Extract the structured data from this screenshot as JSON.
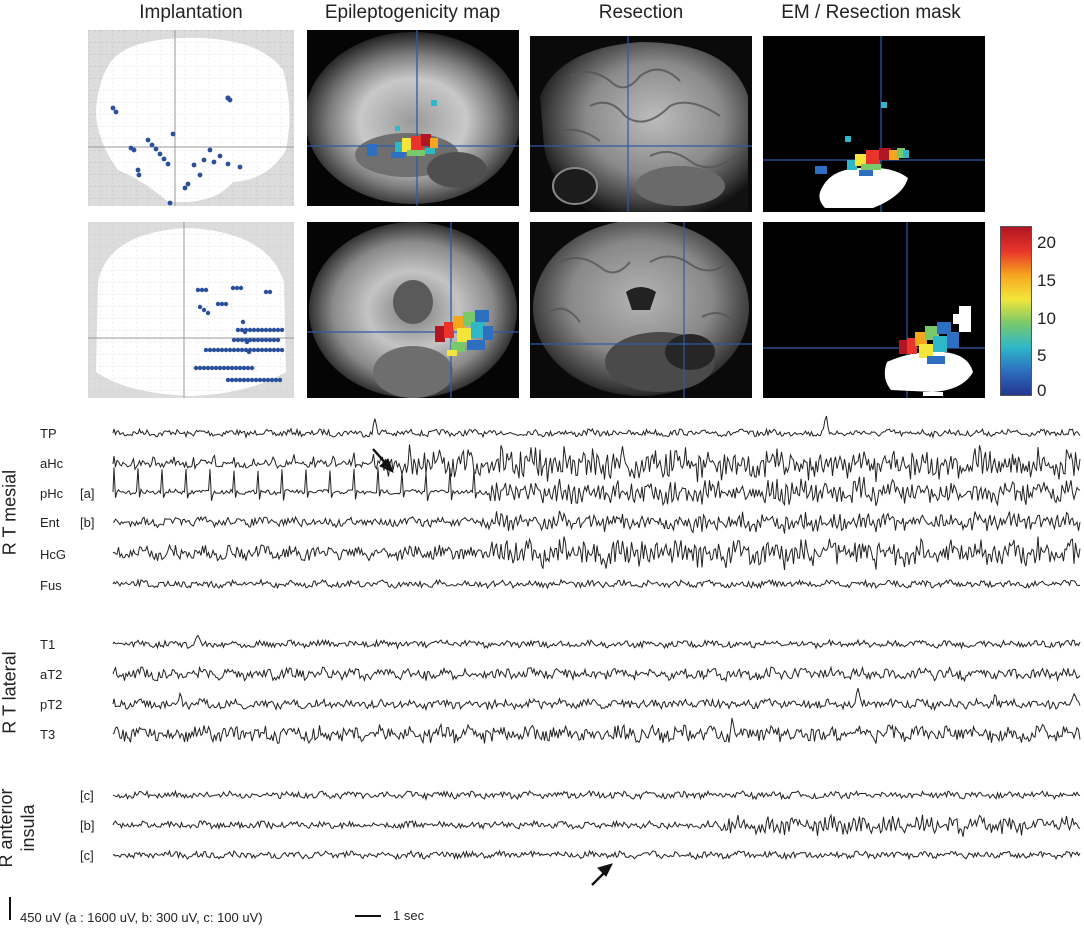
{
  "columns": {
    "implantation": "Implantation",
    "epileptogenicity_map": "Epileptogenicity map",
    "resection": "Resection",
    "em_resection_mask": "EM / Resection mask"
  },
  "colorbar": {
    "ticks": [
      "20",
      "15",
      "10",
      "5",
      "0"
    ],
    "colors": [
      "#b01622",
      "#e8342a",
      "#f6a51f",
      "#f4e53a",
      "#79c96a",
      "#2fb7c8",
      "#2d6fc0",
      "#24378f"
    ]
  },
  "groups": {
    "mesial": "R T mesial",
    "lateral": "R T lateral",
    "insula_line1": "R anterior",
    "insula_line2": "insula"
  },
  "channels": {
    "mesial": [
      "TP",
      "aHc",
      "pHc",
      "Ent",
      "HcG",
      "Fus"
    ],
    "lateral": [
      "T1",
      "aT2",
      "pT2",
      "T3"
    ]
  },
  "brackets": {
    "phc": "[a]",
    "ent": "[b]",
    "ins1": "[c]",
    "ins2": "[b]",
    "ins3": "[c]"
  },
  "scale": {
    "amplitude": "450 uV (a : 1600 uV, b: 300 uV, c: 100 uV)",
    "time": "1 sec"
  },
  "colors": {
    "trace": "#222222",
    "electrode": "#2a4f9c",
    "crosshair": "#2e5aa8"
  }
}
